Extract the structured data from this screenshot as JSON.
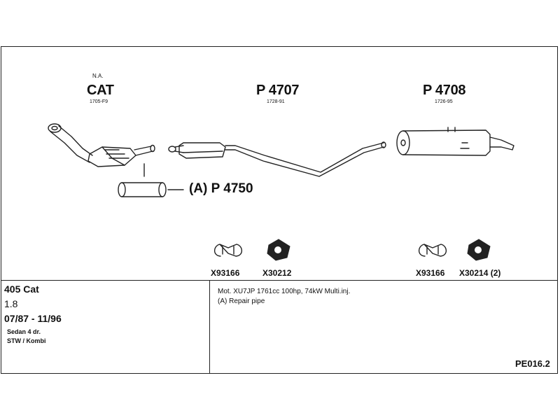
{
  "parts": {
    "cat": {
      "prefix": "N.A.",
      "label": "CAT",
      "number": "1705-F9"
    },
    "p4707": {
      "label": "P 4707",
      "number": "1728-91"
    },
    "p4708": {
      "label": "P 4708",
      "number": "1726-95"
    },
    "p4750": {
      "label": "(A) P 4750"
    }
  },
  "hardware": [
    {
      "code": "X93166",
      "icon": "clamp-icon"
    },
    {
      "code": "X30212",
      "icon": "gasket-icon"
    },
    {
      "code": "X93166",
      "icon": "clamp-icon"
    },
    {
      "code": "X30214 (2)",
      "icon": "gasket-icon"
    }
  ],
  "vehicle": {
    "model": "405 Cat",
    "engine": "1.8",
    "years": "07/87 - 11/96",
    "body1": "Sedan 4 dr.",
    "body2": "STW / Kombi"
  },
  "notes": {
    "line1": "Mot. XU7JP 1761cc 100hp, 74kW Multi.inj.",
    "line2": "(A) Repair pipe"
  },
  "diagram_code": "PE016.2"
}
